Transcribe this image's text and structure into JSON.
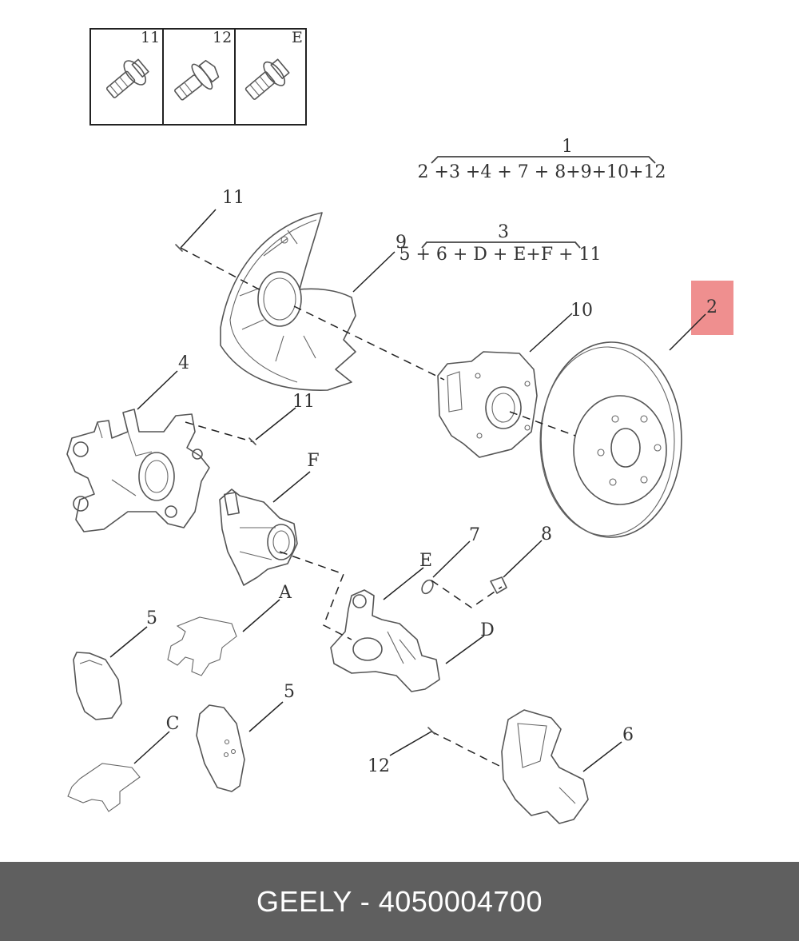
{
  "fastener_box": {
    "labels": [
      "11",
      "12",
      "E"
    ]
  },
  "assembly_groups": [
    {
      "id": "1",
      "formula": "2 +3 +4 + 7 + 8+9+10+12"
    },
    {
      "id": "3",
      "formula": "5 + 6 + D + E+F + 11"
    }
  ],
  "callouts": {
    "c11_top": "11",
    "c11_mid": "11",
    "c9": "9",
    "c10": "10",
    "c2": "2",
    "c4": "4",
    "cF": "F",
    "c7": "7",
    "cE": "E",
    "c8": "8",
    "cA": "A",
    "c5a": "5",
    "cD": "D",
    "c5b": "5",
    "cC": "C",
    "c6": "6",
    "c12": "12"
  },
  "highlight": {
    "part": "2",
    "color": "#ef8f8f"
  },
  "footer": {
    "text": "GEELY - 4050004700",
    "background": "#5f5f5f"
  }
}
